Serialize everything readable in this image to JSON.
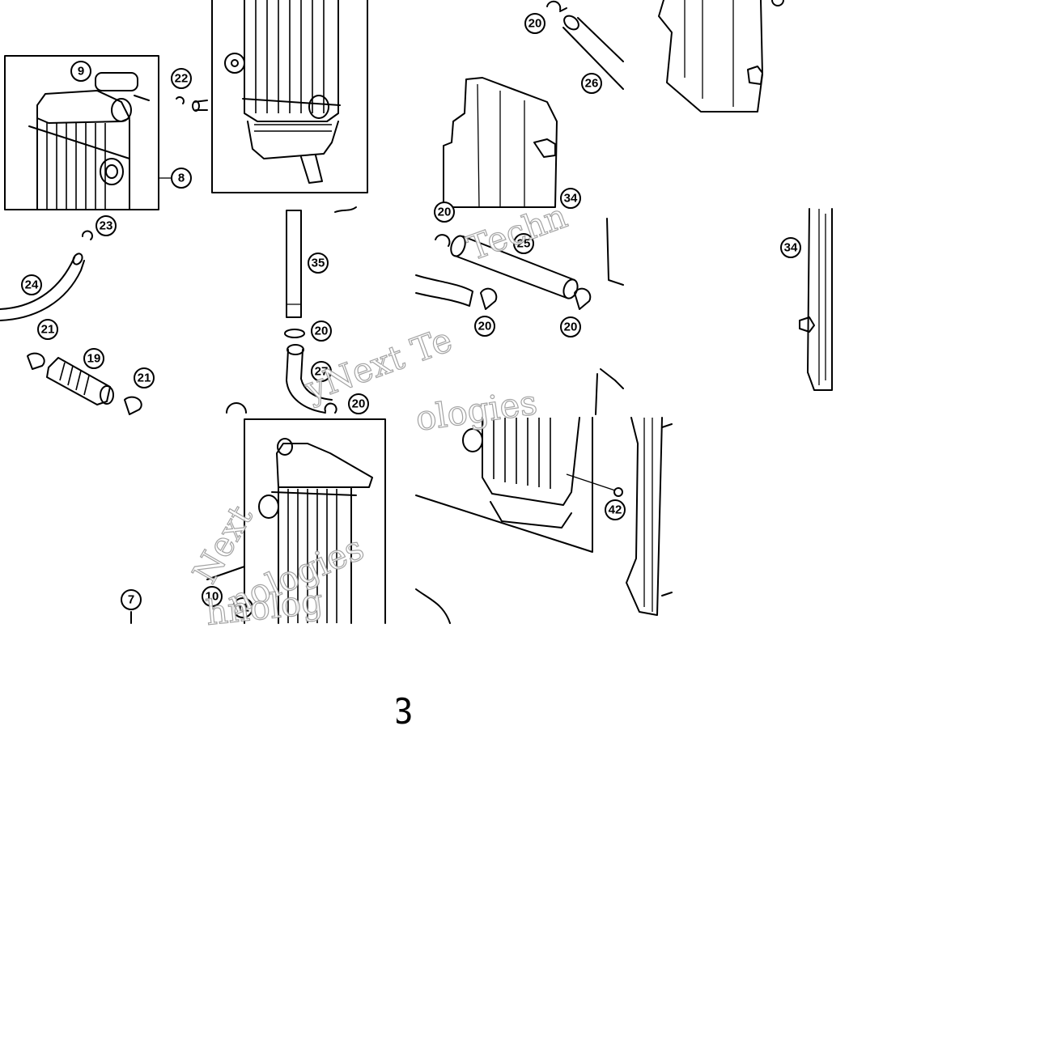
{
  "diagram": {
    "callouts": [
      {
        "id": "c9",
        "label": "9"
      },
      {
        "id": "c22",
        "label": "22"
      },
      {
        "id": "c8",
        "label": "8"
      },
      {
        "id": "c20a",
        "label": "20"
      },
      {
        "id": "c26",
        "label": "26"
      },
      {
        "id": "c34a",
        "label": "34"
      },
      {
        "id": "c23",
        "label": "23"
      },
      {
        "id": "c24",
        "label": "24"
      },
      {
        "id": "c21a",
        "label": "21"
      },
      {
        "id": "c19",
        "label": "19"
      },
      {
        "id": "c21b",
        "label": "21"
      },
      {
        "id": "c35",
        "label": "35"
      },
      {
        "id": "c20b",
        "label": "20"
      },
      {
        "id": "c27",
        "label": "27"
      },
      {
        "id": "c20c",
        "label": "20"
      },
      {
        "id": "c20d",
        "label": "20"
      },
      {
        "id": "c25",
        "label": "25"
      },
      {
        "id": "c20e",
        "label": "20"
      },
      {
        "id": "c20f",
        "label": "20"
      },
      {
        "id": "c34b",
        "label": "34"
      },
      {
        "id": "c42",
        "label": "42"
      },
      {
        "id": "c7",
        "label": "7"
      },
      {
        "id": "c10",
        "label": "10"
      },
      {
        "id": "c11",
        "label": "11"
      }
    ],
    "watermarks": [
      "Techn",
      "yNext Te",
      "Next",
      "ologies",
      "nologies",
      "hnolog"
    ],
    "stray_glyph": "3"
  }
}
